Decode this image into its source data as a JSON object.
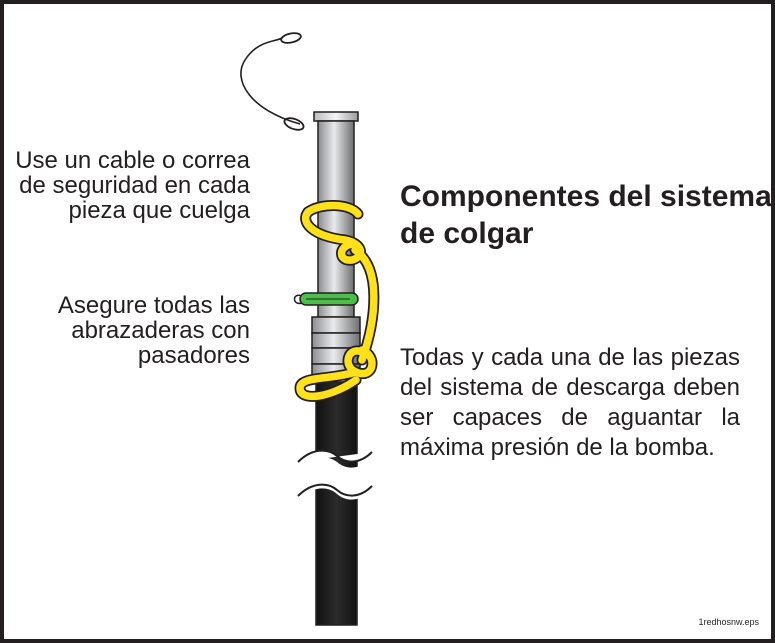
{
  "notes": {
    "safety_cable": "Use un cable o correa de seguridad en cada pieza que cuelga",
    "clamps_pins": "Asegure todas las abrazaderas con pasadores"
  },
  "title": "Componentes del sistema de colgar",
  "body": "Todas y cada una de las piezas del sistema de descarga deben ser capaces de aguantar la máxima presión de la bomba.",
  "filename": "1redhosnw.eps",
  "colors": {
    "border": "#231f20",
    "pipe_light": "#e6e7e8",
    "pipe_mid": "#a7a9ac",
    "pipe_dark": "#6d6e71",
    "hose": "#231f20",
    "strap": "#ffe11a",
    "strap_outline": "#231f20",
    "pin": "#4cbf4a"
  },
  "icons": [
    "safety-cable-icon",
    "pipe-icon",
    "safety-strap-icon",
    "clamp-pin-icon",
    "hose-icon",
    "break-mark-icon"
  ]
}
